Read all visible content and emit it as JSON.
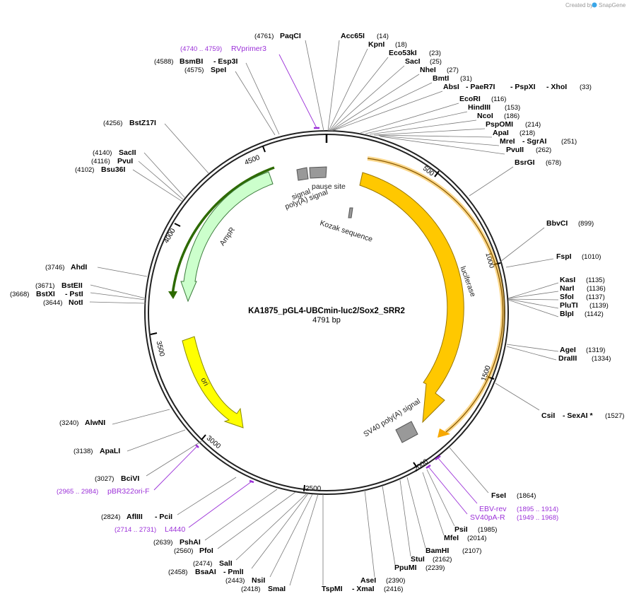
{
  "brand": {
    "created_by": "Created by",
    "name": "SnapGene"
  },
  "plasmid": {
    "name": "KA1875_pGL4-UBCmin-luc2/Sox2_SRR2",
    "size_label": "4791 bp",
    "length": 4791
  },
  "ticks": [
    "500",
    "1000",
    "1500",
    "2000",
    "2500",
    "3000",
    "3500",
    "4000",
    "4500"
  ],
  "sites": [
    {
      "name": "PaqCI",
      "pos": "(4761)"
    },
    {
      "name": "Acc65I",
      "pos": "(14)"
    },
    {
      "name": "KpnI",
      "pos": "(18)"
    },
    {
      "name": "Eco53kI",
      "pos": "(23)"
    },
    {
      "name": "SacI",
      "pos": "(25)"
    },
    {
      "name": "NheI",
      "pos": "(27)"
    },
    {
      "name": "BmtI",
      "pos": "(31)"
    },
    {
      "name": "AbsI",
      "pos": ""
    },
    {
      "name": "- PaeR7I",
      "pos": ""
    },
    {
      "name": "- PspXI",
      "pos": ""
    },
    {
      "name": "- XhoI",
      "pos": "(33)"
    },
    {
      "name": "EcoRI",
      "pos": "(116)"
    },
    {
      "name": "HindIII",
      "pos": "(153)"
    },
    {
      "name": "NcoI",
      "pos": "(186)"
    },
    {
      "name": "PspOMI",
      "pos": "(214)"
    },
    {
      "name": "ApaI",
      "pos": "(218)"
    },
    {
      "name": "MreI",
      "pos": ""
    },
    {
      "name": "- SgrAI",
      "pos": "(251)"
    },
    {
      "name": "PvuII",
      "pos": "(262)"
    },
    {
      "name": "BsrGI",
      "pos": "(678)"
    },
    {
      "name": "BbvCI",
      "pos": "(899)"
    },
    {
      "name": "FspI",
      "pos": "(1010)"
    },
    {
      "name": "KasI",
      "pos": "(1135)"
    },
    {
      "name": "NarI",
      "pos": "(1136)"
    },
    {
      "name": "SfoI",
      "pos": "(1137)"
    },
    {
      "name": "PluTI",
      "pos": "(1139)"
    },
    {
      "name": "BlpI",
      "pos": "(1142)"
    },
    {
      "name": "AgeI",
      "pos": "(1319)"
    },
    {
      "name": "DraIII",
      "pos": "(1334)"
    },
    {
      "name": "CsiI",
      "pos": ""
    },
    {
      "name": "- SexAI *",
      "pos": "(1527)"
    },
    {
      "name": "FseI",
      "pos": "(1864)"
    },
    {
      "name": "PsiI",
      "pos": "(1985)"
    },
    {
      "name": "MfeI",
      "pos": "(2014)"
    },
    {
      "name": "BamHI",
      "pos": "(2107)"
    },
    {
      "name": "StuI",
      "pos": "(2162)"
    },
    {
      "name": "PpuMI",
      "pos": "(2239)"
    },
    {
      "name": "AseI",
      "pos": "(2390)"
    },
    {
      "name": "TspMI",
      "pos": ""
    },
    {
      "name": "- XmaI",
      "pos": "(2416)"
    },
    {
      "name": "SmaI",
      "pos": "(2418)"
    },
    {
      "name": "NsiI",
      "pos": "(2443)"
    },
    {
      "name": "BsaAI",
      "pos": "(2458)"
    },
    {
      "name": "- PmlI",
      "pos": ""
    },
    {
      "name": "SalI",
      "pos": "(2474)"
    },
    {
      "name": "PfoI",
      "pos": "(2560)"
    },
    {
      "name": "PshAI",
      "pos": "(2639)"
    },
    {
      "name": "AflIII",
      "pos": "(2824)"
    },
    {
      "name": "- PciI",
      "pos": ""
    },
    {
      "name": "BciVI",
      "pos": "(3027)"
    },
    {
      "name": "ApaLI",
      "pos": "(3138)"
    },
    {
      "name": "AlwNI",
      "pos": "(3240)"
    },
    {
      "name": "NotI",
      "pos": "(3644)"
    },
    {
      "name": "BstXI",
      "pos": "(3668)"
    },
    {
      "name": "- PstI",
      "pos": ""
    },
    {
      "name": "BstEII",
      "pos": "(3671)"
    },
    {
      "name": "AhdI",
      "pos": "(3746)"
    },
    {
      "name": "Bsu36I",
      "pos": "(4102)"
    },
    {
      "name": "PvuI",
      "pos": "(4116)"
    },
    {
      "name": "SacII",
      "pos": "(4140)"
    },
    {
      "name": "BstZ17I",
      "pos": "(4256)"
    },
    {
      "name": "SpeI",
      "pos": "(4575)"
    },
    {
      "name": "BsmBI",
      "pos": "(4588)"
    },
    {
      "name": "- Esp3I",
      "pos": ""
    }
  ],
  "primers": [
    {
      "name": "RVprimer3",
      "range": "(4740 .. 4759)"
    },
    {
      "name": "EBV-rev",
      "range": "(1895 .. 1914)"
    },
    {
      "name": "SV40pA-R",
      "range": "(1949 .. 1968)"
    },
    {
      "name": "pBR322ori-F",
      "range": "(2965 .. 2984)"
    },
    {
      "name": "L4440",
      "range": "(2714 .. 2731)"
    }
  ],
  "features": [
    {
      "name": "luciferase",
      "color": "#ffc800"
    },
    {
      "name": "SV40 poly(A) signal",
      "color": "#999999"
    },
    {
      "name": "ori",
      "color": "#ffff00"
    },
    {
      "name": "AmpR",
      "color": "#ccffcc"
    },
    {
      "name": "poly(A) signal",
      "color": "#999999"
    },
    {
      "name": "pause site",
      "color": "#999999"
    },
    {
      "name": "Kozak sequence",
      "color": "#999999"
    }
  ]
}
